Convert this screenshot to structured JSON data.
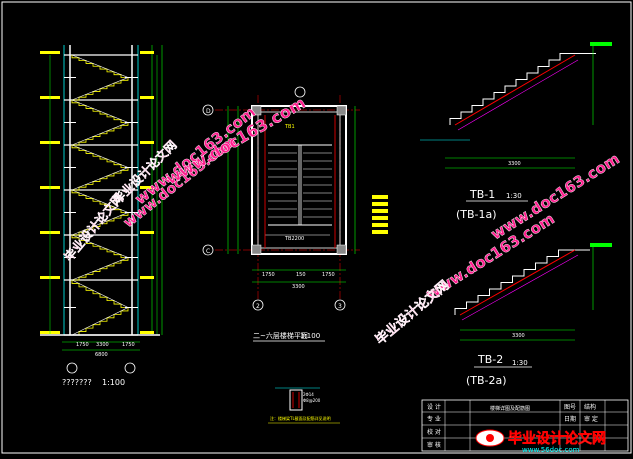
{
  "drawing": {
    "section_title": "???????",
    "section_scale": "1:100",
    "plan_title": "二~六层楼梯平面",
    "plan_scale": "1:100",
    "tb1_label": "TB-1",
    "tb1_scale": "1:30",
    "tb1_sub": "(TB-1a)",
    "tb2_label": "TB-2",
    "tb2_scale": "1:30",
    "tb2_sub": "(TB-2a)",
    "plan_bottom_dims": [
      "1750",
      "150",
      "1750"
    ],
    "plan_total_dim": "3300",
    "plan_axis_letters": [
      "C",
      "D"
    ],
    "plan_axis_numbers": [
      "2",
      "3"
    ],
    "section_bottom_dims": [
      "1750",
      "3300",
      "1750"
    ],
    "section_total_dim": "6800",
    "tb1_dim": "3300",
    "tb2_dim": "3300"
  },
  "watermarks": {
    "url": "www.doc163.com",
    "site_cn": "毕业设计论文网",
    "footer_site": "www.56doc.com"
  },
  "title_block": {
    "design": "设 计",
    "check": "校 对",
    "review": "审 核",
    "drawing_name": "楼梯详图及配筋图",
    "date": "日期",
    "sheet": "图号",
    "structure": "结构",
    "project": "专 业",
    "approve": "审 定"
  },
  "colors": {
    "background": "#000000",
    "cad_white": "#ffffff",
    "cad_cyan": "#00ffff",
    "cad_yellow": "#ffff00",
    "cad_green": "#00ff00",
    "cad_red": "#ff0000",
    "cad_magenta": "#ff00ff",
    "watermark_magenta": "#ff1f8f"
  }
}
